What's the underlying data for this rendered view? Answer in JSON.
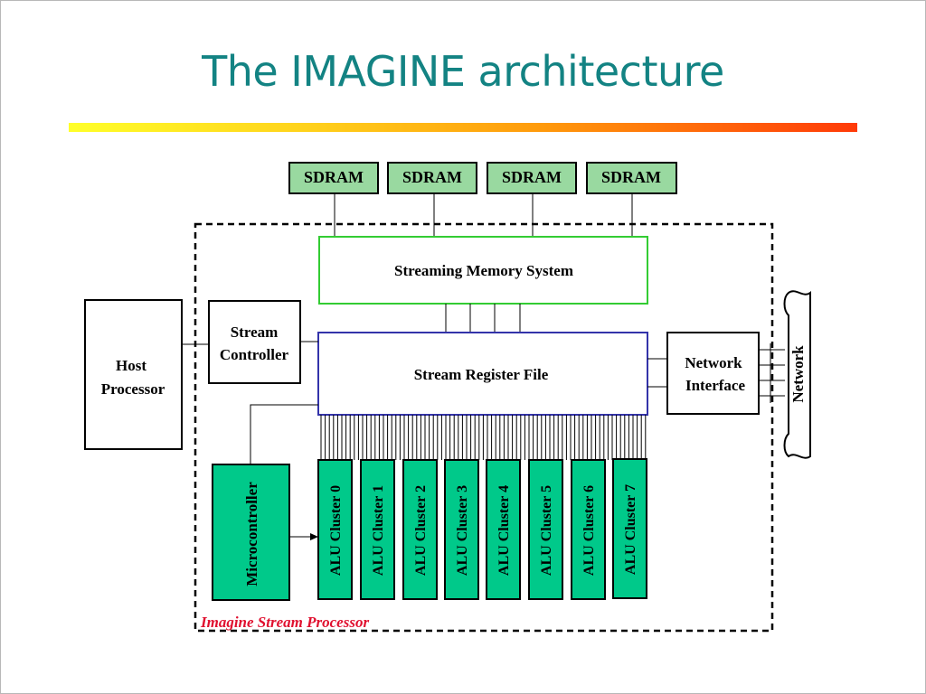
{
  "slide": {
    "title": "The IMAGINE architecture",
    "accent_gradient": [
      "#ffff2a",
      "#ffd21c",
      "#ff9a0c",
      "#ff3a08"
    ],
    "title_color": "#138383"
  },
  "diagram": {
    "sdram_modules": [
      "SDRAM",
      "SDRAM",
      "SDRAM",
      "SDRAM"
    ],
    "streaming_memory_system": "Streaming Memory System",
    "stream_register_file": "Stream Register File",
    "stream_controller": {
      "line1": "Stream",
      "line2": "Controller"
    },
    "host_processor": {
      "line1": "Host",
      "line2": "Processor"
    },
    "network_interface": {
      "line1": "Network",
      "line2": "Interface"
    },
    "network": "Network",
    "microcontroller": "Microcontroller",
    "alu_clusters": [
      "ALU Cluster 0",
      "ALU Cluster 1",
      "ALU Cluster 2",
      "ALU Cluster 3",
      "ALU Cluster 4",
      "ALU Cluster 5",
      "ALU Cluster 6",
      "ALU Cluster 7"
    ],
    "processor_caption": "Imagine Stream Processor",
    "colors": {
      "sdram_fill": "#99d9a0",
      "cluster_fill": "#00c98a",
      "sms_border": "#33cc33",
      "srf_border": "#3333aa",
      "caption": "#e0102f"
    }
  }
}
